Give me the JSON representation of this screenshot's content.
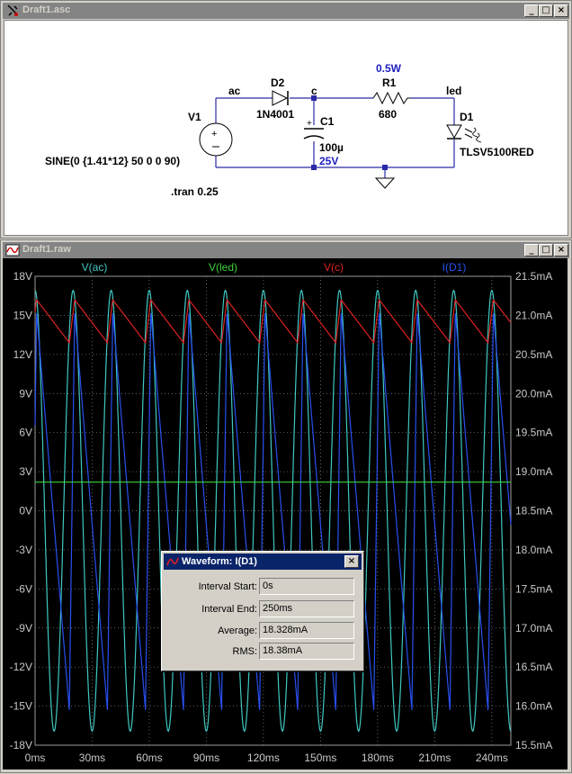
{
  "schematic_window": {
    "title": "Draft1.asc",
    "components": {
      "v1_name": "V1",
      "v1_value": "SINE(0 {1.41*12} 50 0 0 90)",
      "d2_name": "D2",
      "d2_value": "1N4001",
      "c1_name": "C1",
      "c1_value": "100µ",
      "c1_rating": "25V",
      "r1_name": "R1",
      "r1_value": "680",
      "r1_rating": "0.5W",
      "d1_name": "D1",
      "d1_value": "TLSV5100RED"
    },
    "nets": {
      "ac": "ac",
      "c": "c",
      "led": "led"
    },
    "directive": ".tran 0.25",
    "capacitor_polarity": "+"
  },
  "waveform_window": {
    "title": "Draft1.raw",
    "traces": [
      {
        "name": "V(ac)",
        "color": "#40c8c0"
      },
      {
        "name": "V(led)",
        "color": "#3cd23c"
      },
      {
        "name": "V(c)",
        "color": "#e02020"
      },
      {
        "name": "I(D1)",
        "color": "#2850f0"
      }
    ]
  },
  "chart_data": {
    "type": "line",
    "xlabel": "",
    "ylabel": "",
    "x_ticks": [
      "0ms",
      "30ms",
      "60ms",
      "90ms",
      "120ms",
      "150ms",
      "180ms",
      "210ms",
      "240ms"
    ],
    "xlim": [
      0,
      250
    ],
    "y_left_ticks": [
      "18V",
      "15V",
      "12V",
      "9V",
      "6V",
      "3V",
      "0V",
      "-3V",
      "-6V",
      "-9V",
      "-12V",
      "-15V",
      "-18V"
    ],
    "ylim_left": [
      -18,
      18
    ],
    "y_right_ticks": [
      "21.5mA",
      "21.0mA",
      "20.5mA",
      "20.0mA",
      "19.5mA",
      "19.0mA",
      "18.5mA",
      "18.0mA",
      "17.5mA",
      "17.0mA",
      "16.5mA",
      "16.0mA",
      "15.5mA"
    ],
    "ylim_right": [
      15.5,
      21.5
    ],
    "grid": true,
    "legend": "top",
    "series": [
      {
        "name": "V(ac)",
        "axis": "left",
        "kind": "sine",
        "amplitude": 16.92,
        "frequency_hz": 50,
        "phase_deg": 90
      },
      {
        "name": "V(led)",
        "axis": "left",
        "kind": "constant",
        "value": 2.2
      },
      {
        "name": "V(c)",
        "axis": "left",
        "kind": "ripple",
        "max": 16.2,
        "min": 12.9,
        "period_ms": 20,
        "peak_at_ms": 0.8
      },
      {
        "name": "I(D1)",
        "axis": "right",
        "kind": "ripple",
        "max": 21.05,
        "min": 15.95,
        "period_ms": 20,
        "peak_at_ms": 0.8
      }
    ]
  },
  "waveform_dialog": {
    "title": "Waveform: I(D1)",
    "fields": [
      {
        "label": "Interval Start:",
        "value": "0s"
      },
      {
        "label": "Interval End:",
        "value": "250ms"
      },
      {
        "label": "Average:",
        "value": "18.328mA"
      },
      {
        "label": "RMS:",
        "value": "18.38mA"
      }
    ]
  }
}
